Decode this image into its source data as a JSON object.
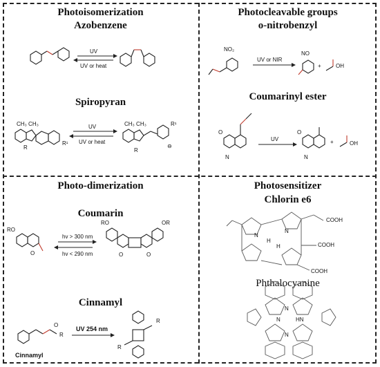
{
  "quadrants": {
    "top_left": {
      "title": "Photoisomerization",
      "azobenzene": {
        "name": "Azobenzene",
        "arrow_top": "UV",
        "arrow_bottom": "UV or heat"
      },
      "spiropyran": {
        "name": "Spiropyran",
        "arrow_top": "UV",
        "arrow_bottom": "UV or heat"
      }
    },
    "top_right": {
      "title": "Photocleavable groups",
      "onitrobenzyl": {
        "name": "o-nitrobenzyl",
        "arrow_label": "UV or NIR"
      },
      "coumarinyl": {
        "name": "Coumarinyl ester",
        "arrow_label": "UV"
      }
    },
    "bottom_left": {
      "title": "Photo-dimerization",
      "coumarin": {
        "name": "Coumarin",
        "arrow_top": "hv > 300 nm",
        "arrow_bottom": "hv < 290 nm"
      },
      "cinnamyl": {
        "name": "Cinnamyl",
        "arrow_label": "UV 254 nm",
        "molecule_caption": "Cinnamyl"
      }
    },
    "bottom_right": {
      "title": "Photosensitizer",
      "chlorin": {
        "name": "Chlorin e6"
      },
      "phthalocyanine": {
        "name": "Phthalocyanine"
      }
    }
  },
  "colors": {
    "border": "#222222",
    "oxygen_accent": "#c0392b"
  }
}
